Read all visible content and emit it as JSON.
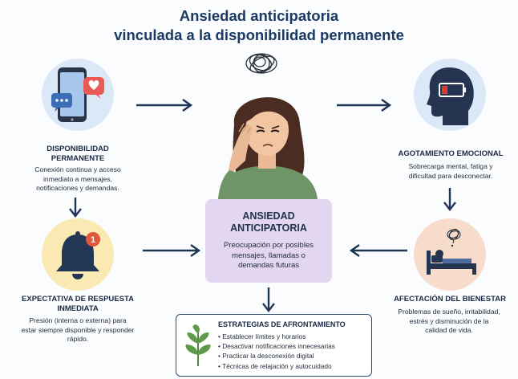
{
  "title": {
    "line1": "Ansiedad anticipatoria",
    "line2": "vinculada a la disponibilidad permanente"
  },
  "nodes": {
    "disponibilidad": {
      "heading_line1": "DISPONIBILIDAD",
      "heading_line2": "PERMANENTE",
      "desc_line1": "Conexión continua y acceso",
      "desc_line2": "inmediato a mensajes,",
      "desc_line3": "notificaciones y demandas."
    },
    "expectativa": {
      "heading_line1": "EXPECTATIVA DE RESPUESTA",
      "heading_line2": "INMEDIATA",
      "desc_line1": "Presión (interna o externa) para",
      "desc_line2": "estar siempre disponible y responder",
      "desc_line3": "rápido.",
      "badge": "1"
    },
    "agotamiento": {
      "heading": "AGOTAMIENTO EMOCIONAL",
      "desc_line1": "Sobrecarga mental, fatiga y",
      "desc_line2": "dificultad para desconectar."
    },
    "bienestar": {
      "heading": "AFECTACIÓN DEL BIENESTAR",
      "desc_line1": "Problemas de sueño, irritabilidad,",
      "desc_line2": "estrés y disminución de la",
      "desc_line3": "calidad de vida."
    },
    "center": {
      "heading_line1": "ANSIEDAD",
      "heading_line2": "ANTICIPATORIA",
      "desc_line1": "Preocupación por posibles",
      "desc_line2": "mensajes, llamadas o",
      "desc_line3": "demandas futuras"
    }
  },
  "strategies": {
    "heading": "ESTRATEGIAS DE AFRONTAMIENTO",
    "items": [
      "Establecer límites y horarios",
      "Desactivar notificaciones innecesarias",
      "Practicar la desconexión digital",
      "Técnicas de relajación y autocuidado"
    ]
  },
  "icons": {
    "phone": "smartphone-icon",
    "bell": "bell-icon",
    "head": "head-battery-icon",
    "bed": "bed-icon",
    "woman": "stressed-woman-illustration",
    "plant": "plant-icon",
    "scribble": "tangled-thoughts-icon"
  },
  "colors": {
    "title": "#1b3a63",
    "arrow": "#1f3556",
    "center_box": "#e2d6f1",
    "circle_blue": "#dbe8f7",
    "circle_yellow": "#fbe9b3",
    "circle_peach": "#f7dccb",
    "battery_low": "#e0392f",
    "leaf": "#5f9a4a"
  }
}
